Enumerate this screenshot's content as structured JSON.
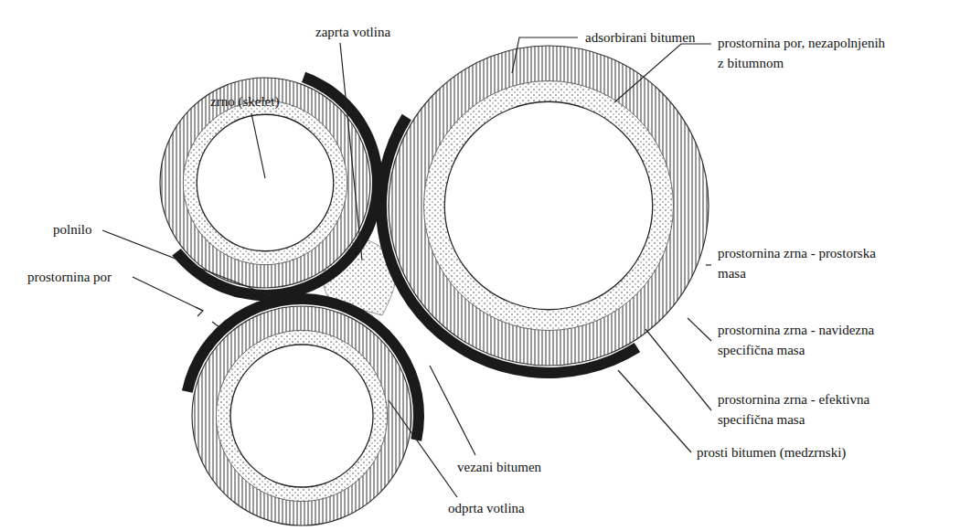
{
  "diagram": {
    "labels": [
      "zrno (skelet)",
      "zaprta votlina",
      "adsorbirani bitumen",
      "prostornina por, nezapolnjenih z bitumnom",
      "prostornina zrna - prostorska masa",
      "prostornina zrna - navidezna specifična masa",
      "prostornina zrna - efektivna specifična masa",
      "prosti bitumen (medzrnski)",
      "vezani bitumen",
      "odprta votlina",
      "polnilo",
      "prostornina por"
    ]
  }
}
